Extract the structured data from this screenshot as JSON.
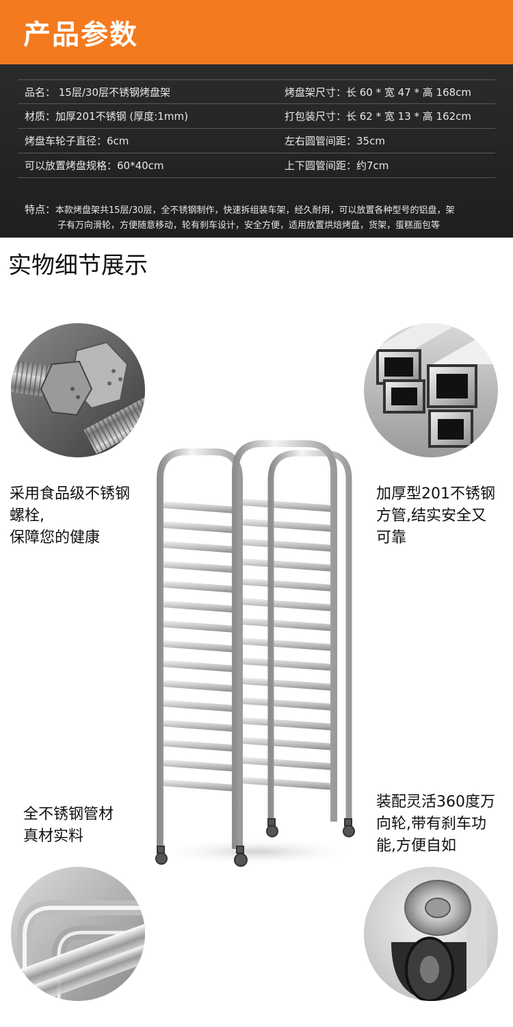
{
  "header": {
    "title": "产品参数"
  },
  "specs": {
    "rows": [
      {
        "left": "品名：  15层/30层不锈钢烤盘架",
        "right": "烤盘架尺寸：长 60 * 宽 47 * 高 168cm"
      },
      {
        "left": "材质：加厚201不锈钢 (厚度:1mm)",
        "right": "打包装尺寸：长 62 * 宽 13 * 高 162cm"
      },
      {
        "left": "烤盘车轮子直径：6cm",
        "right": "左右圆管间距：35cm"
      },
      {
        "left": "可以放置烤盘规格：60*40cm",
        "right": "上下圆管间距：约7cm"
      }
    ],
    "features_label": "特点：",
    "features_line1": "本款烤盘架共15层/30层，全不锈钢制作，快速拆组装车架，经久耐用，可以放置各种型号的铝盘，架",
    "features_line2": "子有万向滑轮，方便随意移动，轮有刹车设计，安全方便，适用放置烘焙烤盘，货架，蛋糕面包等"
  },
  "details": {
    "title": "实物细节展示",
    "captions": {
      "top_left": [
        "采用食品级不锈钢",
        "螺栓,",
        "保障您的健康"
      ],
      "top_right": [
        "加厚型201不锈钢",
        "方管,结实安全又",
        "可靠"
      ],
      "bottom_left": [
        "全不锈钢管材",
        "真材实料"
      ],
      "bottom_right": [
        "装配灵活360度万",
        "向轮,带有刹车功",
        "能,方便自如"
      ]
    }
  },
  "colors": {
    "header_bg": "#f47a1f",
    "specs_bg": "#262626",
    "spec_text": "#e8e8e8"
  }
}
